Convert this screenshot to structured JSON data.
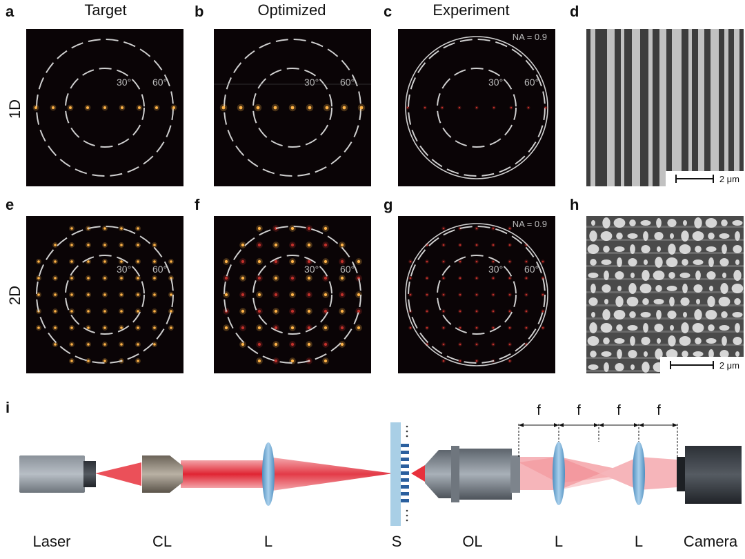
{
  "figure": {
    "panel_letters": [
      "a",
      "b",
      "c",
      "d",
      "e",
      "f",
      "g",
      "h",
      "i"
    ],
    "column_titles": {
      "target": "Target",
      "optimized": "Optimized",
      "experiment": "Experiment"
    },
    "row_labels": {
      "one_d": "1D",
      "two_d": "2D"
    },
    "ring_labels": {
      "inner": "30°",
      "outer": "60°"
    },
    "na_label": "NA = 0.9",
    "scale_bar": "2 μm",
    "setup": {
      "components": [
        "Laser",
        "CL",
        "L",
        "S",
        "OL",
        "L",
        "L",
        "Camera"
      ],
      "focal_labels": [
        "f",
        "f",
        "f",
        "f"
      ]
    },
    "colors": {
      "panel_bg": "#0a0406",
      "spot": "#ffb347",
      "spot_dim": "#c0302a",
      "ring": "#cfcfcf",
      "beam": "#e8313c",
      "lens": "#7fb0d6",
      "substrate": "#a9cfe6"
    }
  }
}
